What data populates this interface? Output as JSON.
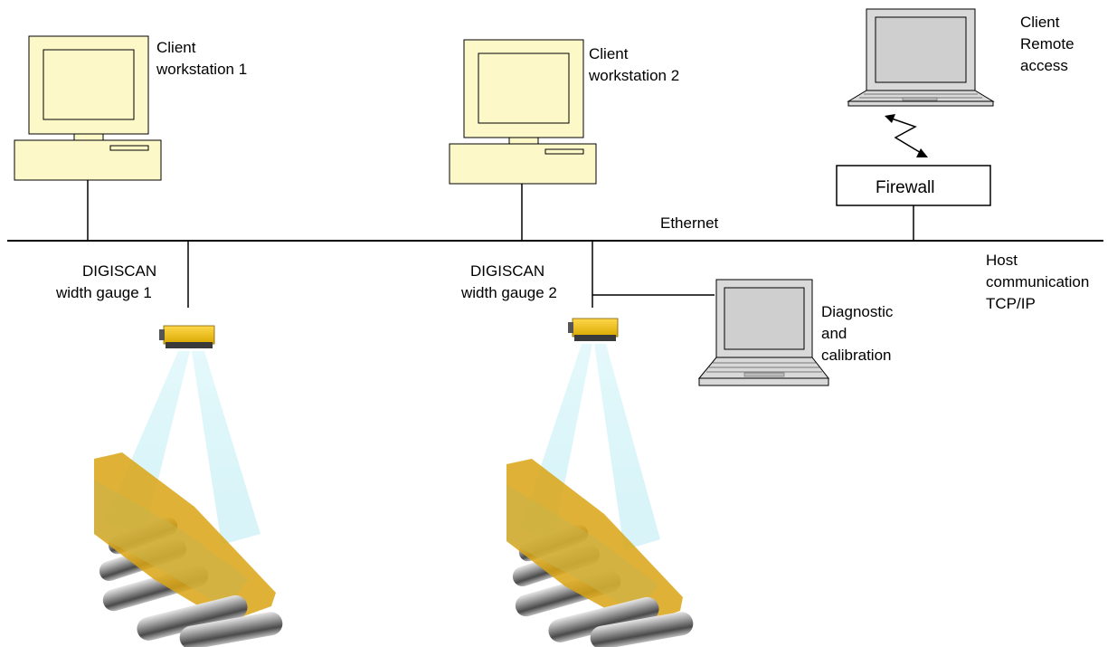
{
  "labels": {
    "ws1": [
      "Client",
      "workstation 1"
    ],
    "ws2": [
      "Client",
      "workstation 2"
    ],
    "remote": [
      "Client",
      "Remote",
      "access"
    ],
    "firewall": "Firewall",
    "ethernet": "Ethernet",
    "gauge1": [
      "DIGISCAN",
      "width gauge 1"
    ],
    "gauge2": [
      "DIGISCAN",
      "width gauge 2"
    ],
    "host": [
      "Host",
      "communication",
      "TCP/IP"
    ],
    "diag": [
      "Diagnostic",
      "and",
      "calibration"
    ]
  },
  "colors": {
    "workstation": "#fdf8c8",
    "screen": "#fdf8c8",
    "laptop_body": "#d9d9d9",
    "laptop_screen": "#cfcfcf",
    "gauge": "#f2c400",
    "beam": "#bfeef5",
    "strip": "#d9a514",
    "roller": "#8c8c8c",
    "line": "#000000"
  }
}
